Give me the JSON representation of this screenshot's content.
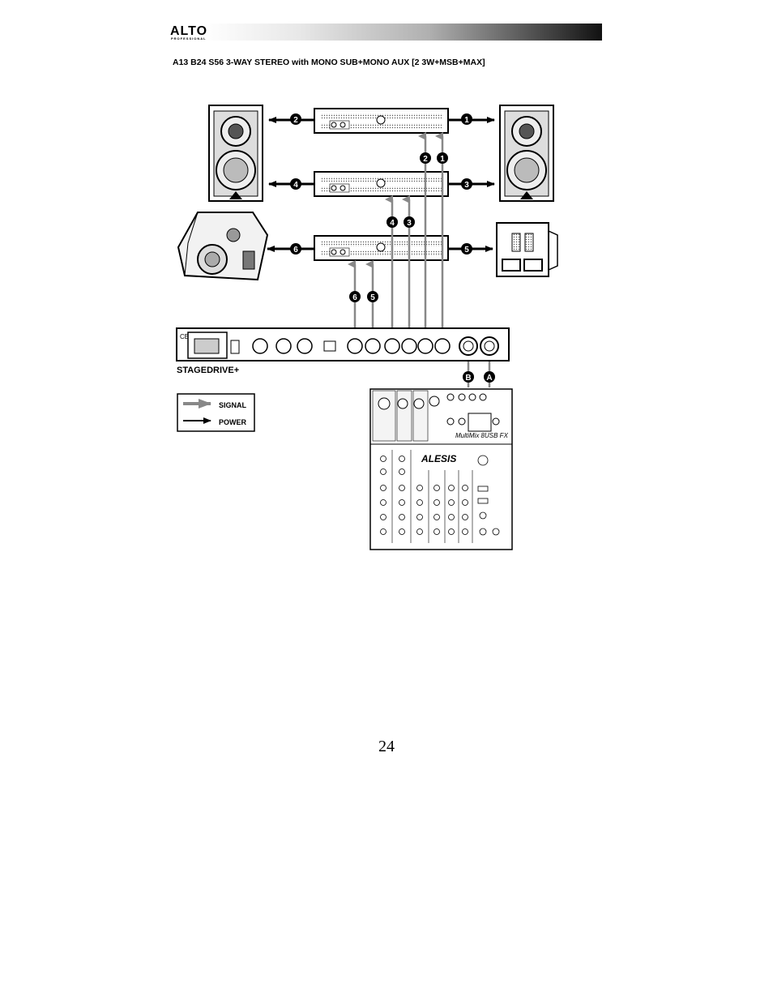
{
  "brand": {
    "logo_text": "ALTO",
    "logo_subtext": "PROFESSIONAL"
  },
  "title": "A13 B24 S56 3-WAY STEREO with MONO SUB+MONO AUX [2 3W+MSB+MAX]",
  "device_name": "STAGEDRIVE+",
  "connections": {
    "power": [
      "1",
      "2",
      "3",
      "4",
      "5",
      "6"
    ],
    "signal": [
      "1",
      "2",
      "3",
      "4",
      "5",
      "6"
    ],
    "inputs": [
      "A",
      "B"
    ]
  },
  "legend": {
    "signal": "SIGNAL",
    "power": "POWER"
  },
  "mixer": {
    "brand": "ALESIS",
    "model": "MultiMix 8USB FX"
  },
  "page_number": "24",
  "colors": {
    "signal_arrow": "#8a8a8a",
    "power_arrow": "#000000"
  }
}
